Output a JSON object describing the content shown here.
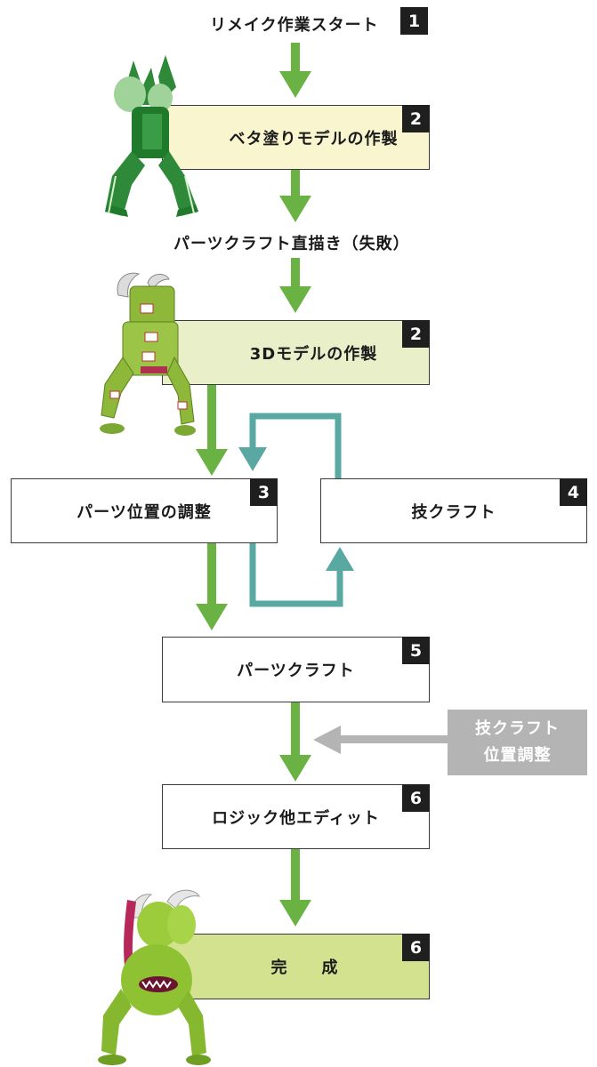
{
  "colors": {
    "arrow_green": "#6bb245",
    "loop_teal": "#5aa8a2",
    "note_gray": "#b4b4b4",
    "box_yellow": "#f9f6cf",
    "box_light_green": "#e9efc8",
    "box_green": "#d3e28e",
    "badge_black": "#1f1f1f"
  },
  "steps": {
    "start": {
      "label": "リメイク作業スタート",
      "badge": "1"
    },
    "flat_model": {
      "label": "ベタ塗りモデルの作製",
      "badge": "2"
    },
    "failed": {
      "label": "パーツクラフト直描き（失敗）"
    },
    "model_3d": {
      "label": "3Dモデルの作製",
      "badge": "2"
    },
    "parts_position": {
      "label": "パーツ位置の調整",
      "badge": "3"
    },
    "technique_craft": {
      "label": "技クラフト",
      "badge": "4"
    },
    "parts_craft": {
      "label": "パーツクラフト",
      "badge": "5"
    },
    "logic_edit": {
      "label": "ロジック他エディット",
      "badge": "6"
    },
    "complete": {
      "label": "完　　成",
      "badge": "6"
    }
  },
  "side_note": {
    "line1": "技クラフト",
    "line2": "位置調整"
  },
  "figures": {
    "flat_figure": "green-flat-shaded-creature-icon",
    "paper_figure": "numbered-papercraft-creature-icon",
    "final_figure": "finished-two-headed-creature-icon"
  }
}
